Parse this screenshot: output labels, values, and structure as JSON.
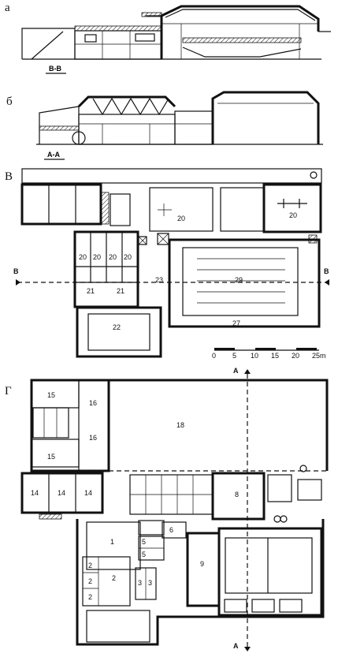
{
  "panels": {
    "a": {
      "letter": "а",
      "section_label": "В-В"
    },
    "b": {
      "letter": "б",
      "section_label": "А-А"
    },
    "v": {
      "letter": "В",
      "cut_marker_left": "В",
      "cut_marker_right": "В",
      "rooms": [
        "20",
        "20",
        "20",
        "20",
        "20",
        "20",
        "21",
        "21",
        "22",
        "23",
        "29",
        "27"
      ],
      "scale_ticks": [
        "0",
        "5",
        "10",
        "15",
        "20",
        "25m"
      ]
    },
    "g": {
      "letter": "Г",
      "cut_marker_top": "А",
      "cut_marker_bottom": "А",
      "rooms": [
        "15",
        "15",
        "16",
        "16",
        "18",
        "14",
        "14",
        "14",
        "8",
        "1",
        "6",
        "5",
        "5",
        "2",
        "2",
        "2",
        "2",
        "3",
        "3",
        "9"
      ]
    }
  }
}
